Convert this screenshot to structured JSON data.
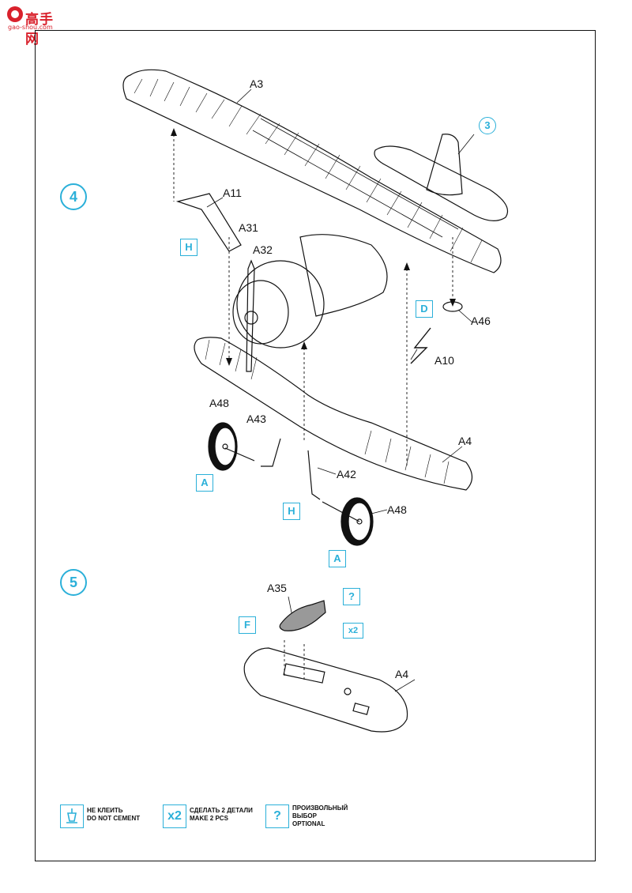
{
  "watermark": {
    "title": "高手网",
    "url": "gao-shou.com"
  },
  "steps": [
    {
      "number": "4"
    },
    {
      "number": "5"
    }
  ],
  "callouts": {
    "three": "3",
    "H1": "H",
    "D": "D",
    "A1": "A",
    "H2": "H",
    "A2": "A",
    "F": "F",
    "Q": "?",
    "X2": "x2"
  },
  "labels": {
    "A3": "A3",
    "A11": "A11",
    "A31": "A31",
    "A32": "A32",
    "A46": "A46",
    "A10": "A10",
    "A48a": "A48",
    "A43": "A43",
    "A4a": "A4",
    "A42": "A42",
    "A48b": "A48",
    "A35": "A35",
    "A4b": "A4"
  },
  "legend": [
    {
      "icon": "do-not-cement-icon",
      "line1": "НЕ КЛЕИТЬ",
      "line2": "DO NOT CEMENT",
      "line3": ""
    },
    {
      "icon": "x2",
      "line1": "СДЕЛАТЬ 2 ДЕТАЛИ",
      "line2": "MAKE 2 PCS",
      "line3": ""
    },
    {
      "icon": "?",
      "line1": "ПРОИЗВОЛЬНЫЙ",
      "line2": "ВЫБОР",
      "line3": "OPTIONAL"
    }
  ],
  "colors": {
    "accent": "#2bb0d9",
    "watermark": "#d9212c",
    "ink": "#111111"
  }
}
